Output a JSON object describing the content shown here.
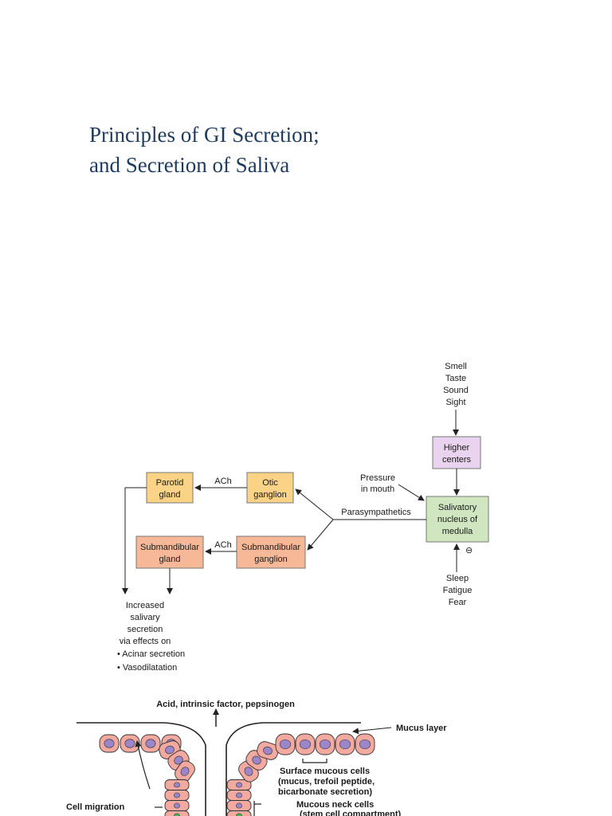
{
  "slide": {
    "title_line1": "Principles of GI Secretion;",
    "title_line2": "and Secretion of Saliva"
  },
  "salivary_diagram": {
    "stimuli": [
      "Smell",
      "Taste",
      "Sound",
      "Sight"
    ],
    "higher_centers": [
      "Higher",
      "centers"
    ],
    "pressure": [
      "Pressure",
      "in mouth"
    ],
    "salivatory_nucleus": [
      "Salivatory",
      "nucleus of",
      "medulla"
    ],
    "inhibitors": [
      "Sleep",
      "Fatigue",
      "Fear"
    ],
    "inhibit_symbol": "⊖",
    "parasympathetics": "Parasympathetics",
    "otic_ganglion": [
      "Otic",
      "ganglion"
    ],
    "submandibular_ganglion": [
      "Submandibular",
      "ganglion"
    ],
    "parotid_gland": [
      "Parotid",
      "gland"
    ],
    "submandibular_gland": [
      "Submandibular",
      "gland"
    ],
    "ach_top": "ACh",
    "ach_bottom": "ACh",
    "result": [
      "Increased",
      "salivary",
      "secretion",
      "via effects on"
    ],
    "result_bullets": [
      "• Acinar secretion",
      "• Vasodilatation"
    ],
    "colors": {
      "higher_centers": "#e9d3ee",
      "salivatory_nucleus": "#cfe6c0",
      "otic_ganglion": "#fbd387",
      "parotid_gland": "#fbd387",
      "submandibular_ganglion": "#f7b898",
      "submandibular_gland": "#f7b898"
    }
  },
  "gastric_gland": {
    "top_label": "Acid, intrinsic factor, pepsinogen",
    "mucus_layer": "Mucus layer",
    "surface_cells": [
      "Surface mucous cells",
      "(mucus, trefoil peptide,",
      "bicarbonate secretion)"
    ],
    "cell_migration": "Cell migration",
    "neck_cells": [
      "Mucous neck cells",
      "(stem cell compartment)"
    ],
    "colors": {
      "cell": "#f2a9a0",
      "nucleus": "#9a86c8",
      "stem": "#4caf50"
    }
  }
}
